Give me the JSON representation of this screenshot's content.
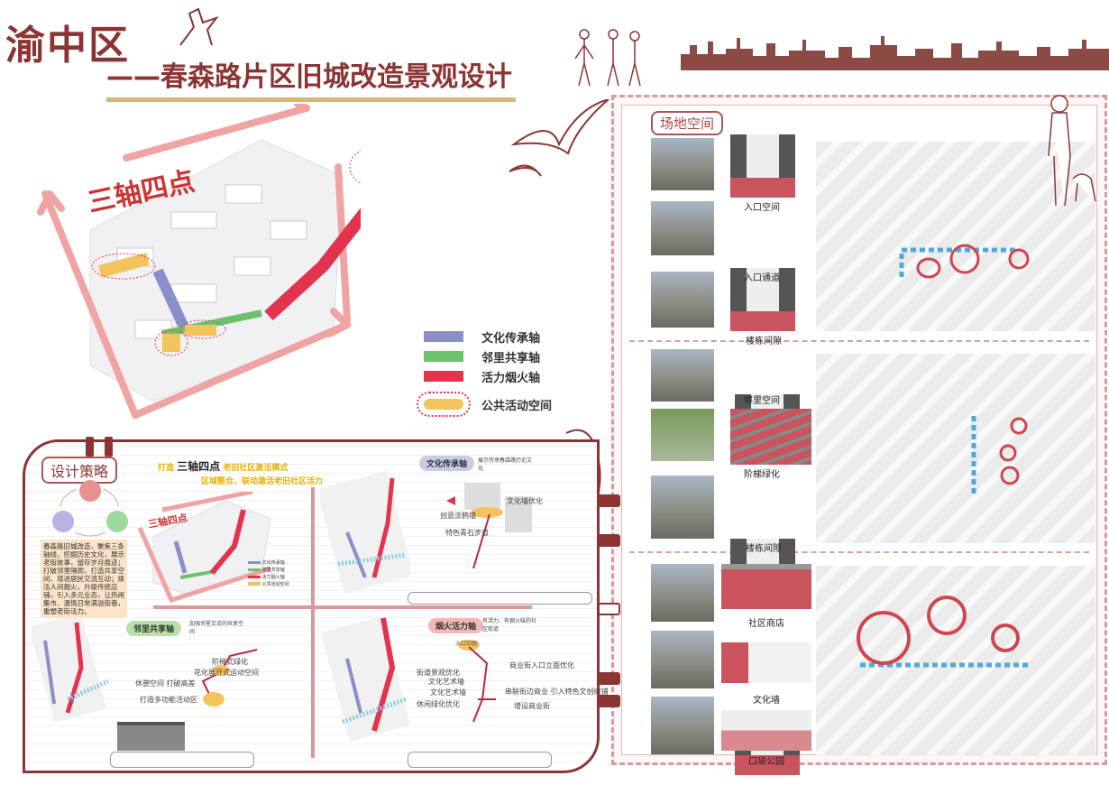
{
  "header": {
    "title": "渝中区",
    "subtitle": "——春森路片区旧城改造景观设计"
  },
  "main_map": {
    "title": "三轴四点",
    "legend": [
      {
        "label": "文化传承轴",
        "color": "#8b8fc9"
      },
      {
        "label": "邻里共享轴",
        "color": "#6cc26c"
      },
      {
        "label": "活力烟火轴",
        "color": "#e3344f"
      },
      {
        "label": "公共活动空间",
        "color": "#f3c45e"
      }
    ]
  },
  "site_space": {
    "title": "场地空间",
    "groups": [
      {
        "items": [
          "入口空间",
          "入口通道",
          "楼栋间隙"
        ]
      },
      {
        "items": [
          "邻里空间",
          "阶梯绿化",
          "楼栋间隙"
        ]
      },
      {
        "items": [
          "社区商店",
          "文化墙",
          "口袋公园"
        ]
      }
    ]
  },
  "strategy": {
    "title": "设计策略",
    "headline_prefix": "打造",
    "headline_key": "三轴四点",
    "headline_suffix": "老旧社区激活模式",
    "headline_line2": "区域整合，联动激活老旧社区活力",
    "intro": "春森路旧城改造，聚焦三条轴线，挖掘历史文化，展示老街故事，留存岁月痕迹；打破邻里隔阂，打造共享空间，增进居民交流互动；焕活人间烟火，升级传统店铺，引入多元业态，让热闹集市、温情日常满溢街巷，重塑老街活力。",
    "mini_title": "三轴四点",
    "axes": [
      {
        "name": "文化传承轴",
        "desc": "展示传承春森路历史文化",
        "labels": [
          "文化墙优化",
          "创意涂鸦墙",
          "特色青石步道"
        ]
      },
      {
        "name": "邻里共享轴",
        "desc": "加强邻里交流的共享空间",
        "labels": [
          "阶梯式绿化",
          "休憩空间 打破高差",
          "花化展开式运动空间",
          "打造多功能活动区"
        ]
      },
      {
        "name": "烟火活力轴",
        "desc": "有活力、有烟火味的社区街道",
        "labels": [
          "街道景观优化",
          "文化艺术墙",
          "休闲绿化优化",
          "入口公园",
          "商业街入口立面优化",
          "串联街边商业 引入特色文创摊铺",
          "增设商业街"
        ]
      }
    ]
  }
}
